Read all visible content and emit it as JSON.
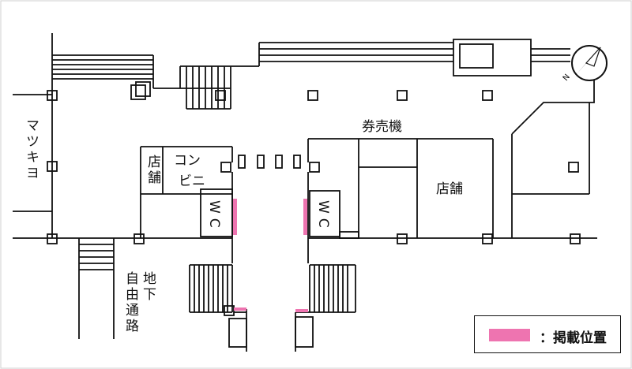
{
  "labels": {
    "matsukiyo": "マツキヨ",
    "tenpo_small": "店舗",
    "konbini": "コンビニ",
    "wc_left": "WC",
    "wc_right": "WC",
    "kenbaiki": "券売機",
    "tenpo_large": "店舗",
    "chika": "地下",
    "jiyu_tsuro": "自由通路",
    "compass_n": "N"
  },
  "legend": {
    "label": "：掲載位置"
  },
  "colors": {
    "line": "#111111",
    "highlight": "#ee74b0",
    "background": "#ffffff"
  }
}
